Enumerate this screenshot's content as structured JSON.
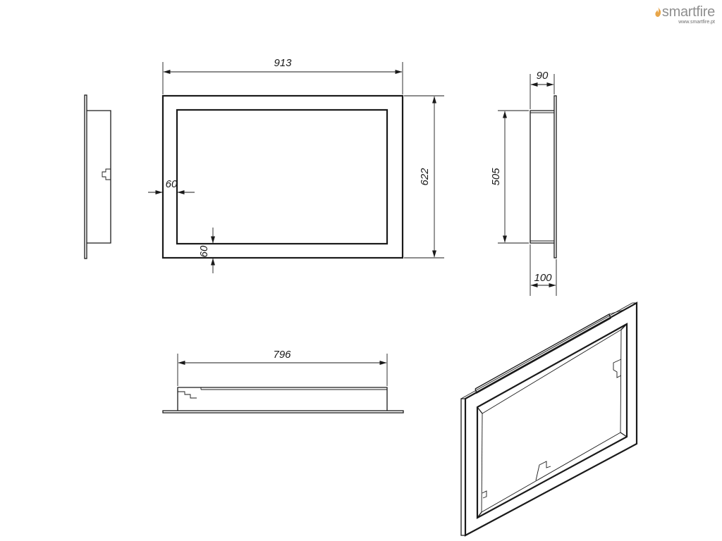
{
  "brand": {
    "name": "smartfire",
    "url": "www.smartfire.pt",
    "flame_color": "#e8a64a",
    "icon": "flame-icon"
  },
  "dimensions": {
    "front_width": "913",
    "front_height": "622",
    "frame_side": "60",
    "frame_bottom": "60",
    "side_top_depth": "90",
    "side_opening_height": "505",
    "side_bottom_depth": "100",
    "top_inner_width": "796"
  },
  "colors": {
    "line": "#1a1a1a"
  }
}
